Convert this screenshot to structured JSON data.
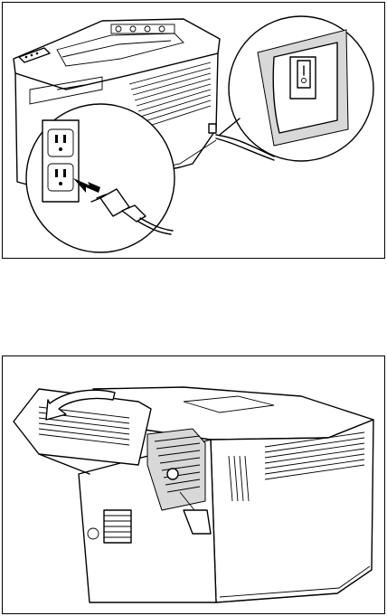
{
  "figures": [
    {
      "id": "fig1",
      "callouts": [
        "power-switch-detail",
        "wall-outlet-detail"
      ]
    },
    {
      "id": "fig2",
      "callouts": [
        "rear-cover-open-arrow"
      ]
    }
  ],
  "colors": {
    "line": "#000000",
    "background": "#ffffff",
    "shade": "#d8d8d8"
  }
}
